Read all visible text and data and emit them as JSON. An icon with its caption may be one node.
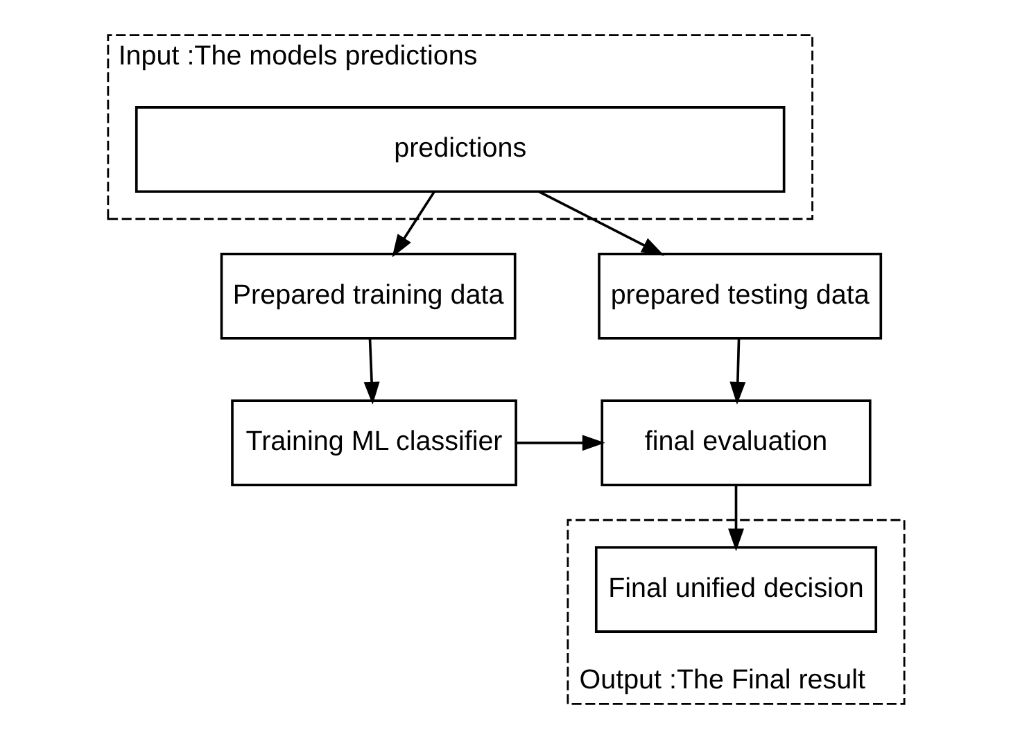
{
  "diagram": {
    "nodes": [
      {
        "text": [
          "Input :The models predictions"
        ]
      },
      {
        "text": [
          "predictions"
        ],
        "in": 0
      },
      {
        "text": [
          "Prepared training data"
        ]
      },
      {
        "text": [
          "prepared testing data"
        ]
      },
      {
        "text": [
          "Training ML classifier"
        ]
      },
      {
        "text": [
          "final evaluation"
        ]
      },
      {
        "text": [
          "Output :The Final result"
        ]
      },
      {
        "text": [
          "Final unified decision"
        ],
        "in": 6
      }
    ],
    "edges": [
      {
        "from": 1,
        "to": 2,
        "arrow": "to"
      },
      {
        "from": 1,
        "to": 3,
        "arrow": "to"
      },
      {
        "from": 2,
        "to": 4,
        "arrow": "to"
      },
      {
        "from": 3,
        "to": 5,
        "arrow": "to"
      },
      {
        "from": 4,
        "to": 5,
        "arrow": "to"
      },
      {
        "from": 5,
        "to": 7,
        "arrow": "to"
      }
    ]
  }
}
